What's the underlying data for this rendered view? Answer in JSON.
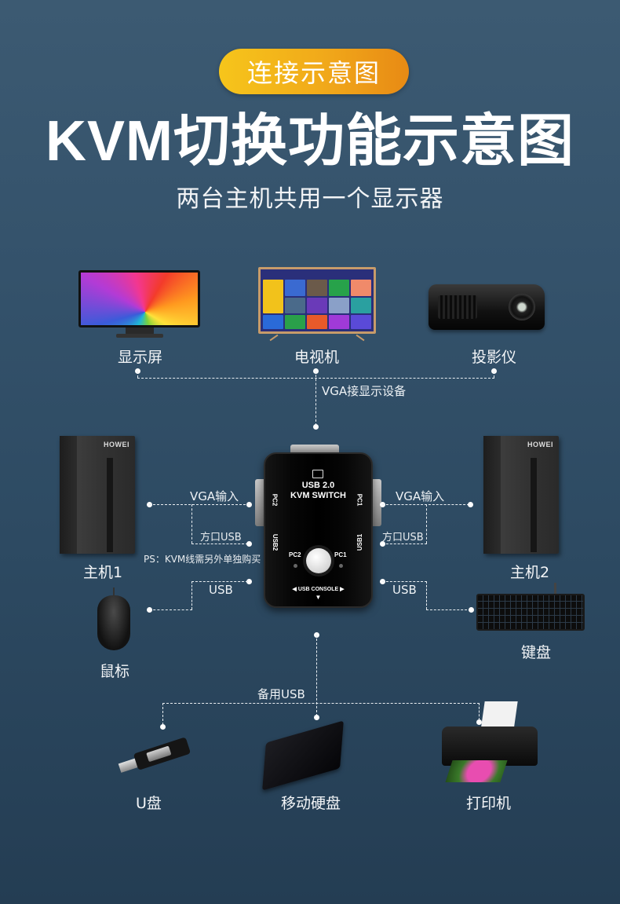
{
  "header": {
    "badge": "连接示意图",
    "title": "KVM切换功能示意图",
    "subtitle": "两台主机共用一个显示器"
  },
  "colors": {
    "background": "#34526b",
    "badge_gradient_start": "#f6c51b",
    "badge_gradient_end": "#e88a14",
    "line": "#e9eef2"
  },
  "displays": {
    "items": [
      {
        "label": "显示屏",
        "icon": "monitor-icon"
      },
      {
        "label": "电视机",
        "icon": "tv-icon"
      },
      {
        "label": "投影仪",
        "icon": "projector-icon"
      }
    ],
    "connection_label": "VGA接显示设备"
  },
  "kvm_switch": {
    "line1": "USB 2.0",
    "line2": "KVM SWITCH",
    "port_left": "PC2",
    "port_right": "PC1",
    "usb_left": "USB2",
    "usb_right": "USB1",
    "led_left": "PC2",
    "led_right": "PC1",
    "console": "USB CONSOLE"
  },
  "hosts": {
    "left": {
      "label": "主机1",
      "brand": "HOWEI"
    },
    "right": {
      "label": "主机2",
      "brand": "HOWEI"
    }
  },
  "connections": {
    "vga_in_left": "VGA输入",
    "vga_in_right": "VGA输入",
    "square_usb_left": "方口USB",
    "square_usb_right": "方口USB",
    "usb_left": "USB",
    "usb_right": "USB",
    "note": "PS：KVM线需另外单独购买",
    "spare_usb": "备用USB"
  },
  "peripherals": {
    "mouse": "鼠标",
    "keyboard": "键盘",
    "usb_drive": "U盘",
    "hdd": "移动硬盘",
    "printer": "打印机"
  }
}
